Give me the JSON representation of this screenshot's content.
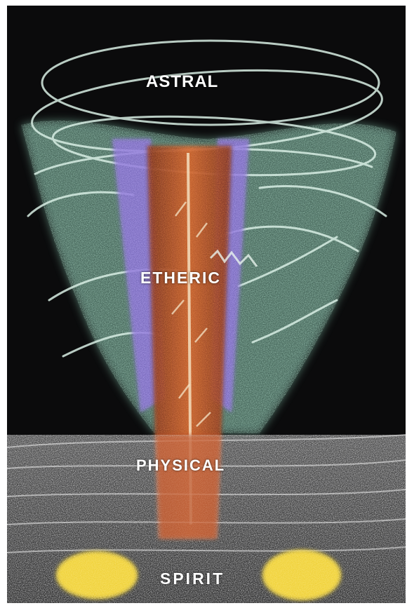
{
  "diagram": {
    "labels": {
      "astral": "ASTRAL",
      "etheric": "ETHERIC",
      "physical": "PHYSICAL",
      "spirit": "SPIRIT"
    }
  },
  "colors": {
    "background": "#0b0b0c",
    "astral_chalk": "#8fb8a8",
    "etheric_violet": "#8a6fd8",
    "physical_core": "#c4582a",
    "spirit_yellow": "#f0d23a",
    "ground_chalk": "#d8d8d8"
  }
}
